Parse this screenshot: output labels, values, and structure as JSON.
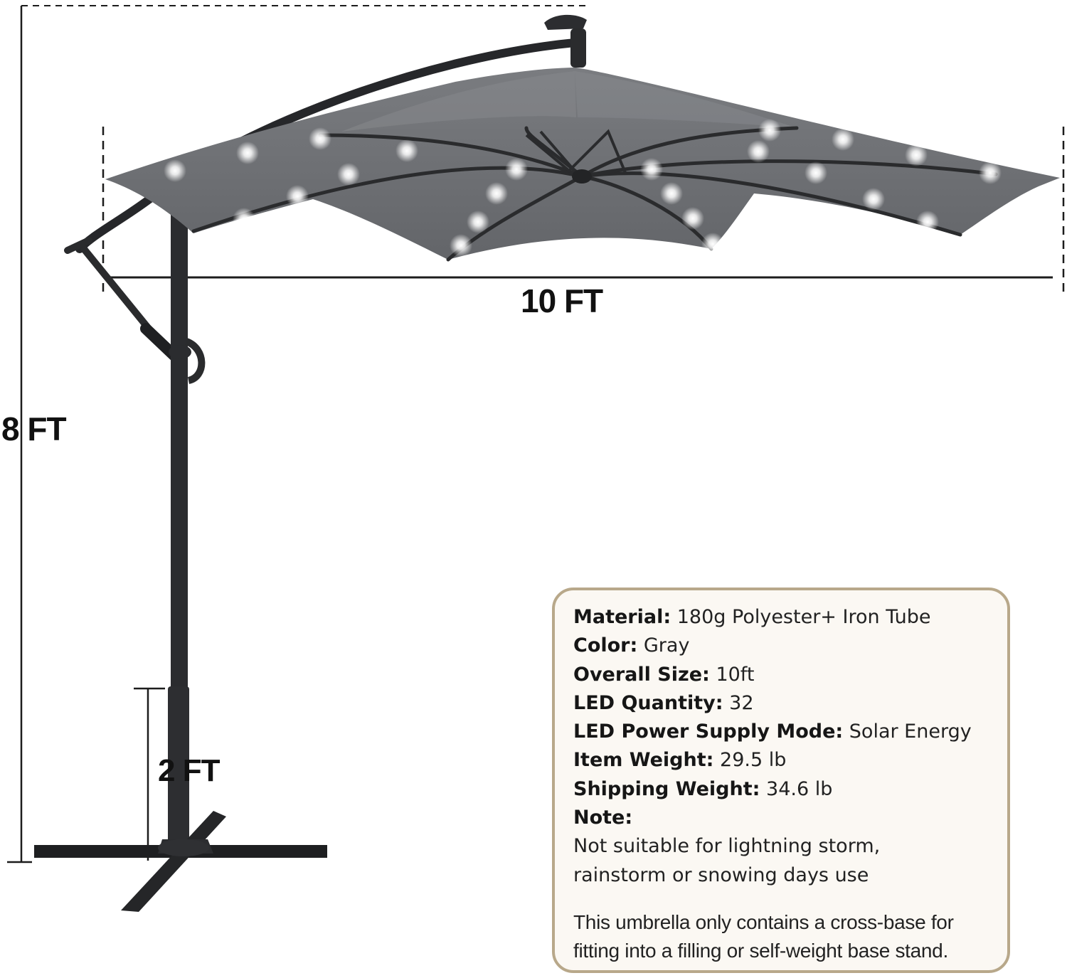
{
  "dimensions": {
    "width": "10 FT",
    "height": "8 FT",
    "base_height": "2 FT"
  },
  "specs": [
    {
      "label": "Material:",
      "value": "180g Polyester+ Iron Tube"
    },
    {
      "label": "Color:",
      "value": "Gray"
    },
    {
      "label": "Overall Size:",
      "value": "10ft"
    },
    {
      "label": "LED Quantity:",
      "value": "32"
    },
    {
      "label": "LED Power Supply Mode:",
      "value": "Solar Energy"
    },
    {
      "label": "Item Weight:",
      "value": "29.5 lb"
    },
    {
      "label": "Shipping Weight:",
      "value": "34.6 lb"
    },
    {
      "label": "Note:",
      "value": ""
    }
  ],
  "note_lines": [
    "Not suitable for lightning storm,",
    "rainstorm or snowing days use"
  ],
  "extra_lines": [
    "This umbrella only contains a cross-base for",
    "fitting into a filling or self-weight base stand."
  ],
  "colors": {
    "canopy": "#6b6d70",
    "frame": "#2a2b2d",
    "card_border": "#b8a88a",
    "card_bg": "#fbf8f3"
  }
}
